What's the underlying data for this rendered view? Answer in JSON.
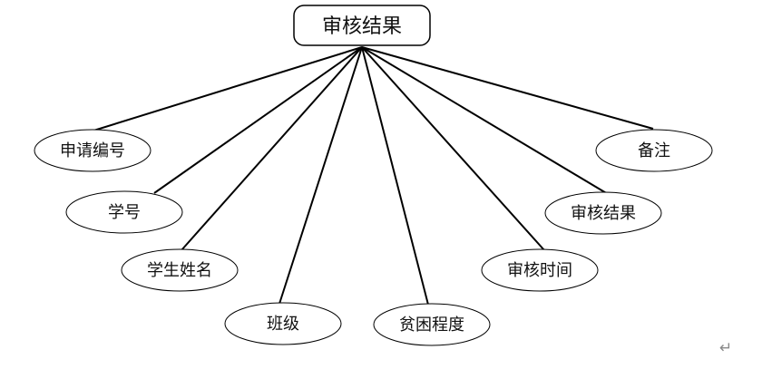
{
  "entity": {
    "label": "审核结果"
  },
  "attributes": {
    "a1": {
      "label": "申请编号"
    },
    "a2": {
      "label": "学号"
    },
    "a3": {
      "label": "学生姓名"
    },
    "a4": {
      "label": "班级"
    },
    "a5": {
      "label": "贫困程度"
    },
    "a6": {
      "label": "审核时间"
    },
    "a7": {
      "label": "审核结果"
    },
    "a8": {
      "label": "备注"
    }
  },
  "paragraph_mark": "↵"
}
